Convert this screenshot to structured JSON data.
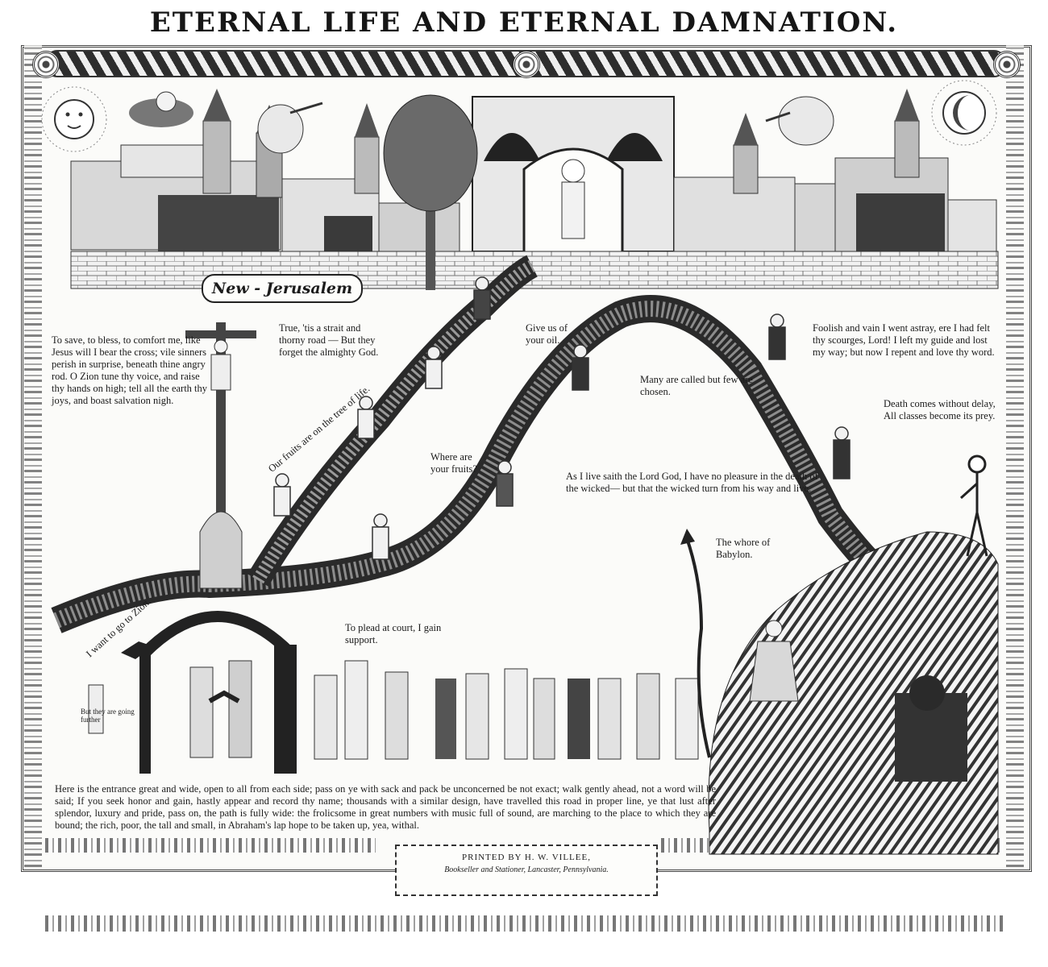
{
  "title": "ETERNAL LIFE AND ETERNAL DAMNATION.",
  "city_label": "New - Jerusalem",
  "verses": {
    "cross_verse": "To save, to bless, to comfort me, like Jesus will I bear the cross; vile sinners perish in surprise, beneath thine angry rod. O Zion tune thy voice, and raise thy hands on high; tell all the earth thy joys, and boast salvation nigh.",
    "strait_road": "True, 'tis a strait and thorny road — But they forget the almighty God.",
    "tree_of_life": "Our fruits are on the tree of life.",
    "give_oil": "Give us of your oil.",
    "where_fruits": "Where are your fruits?",
    "many_called": "Many are called but few are chosen.",
    "foolish_vain": "Foolish and vain I went astray, ere I had felt thy scourges, Lord! I left my guide and lost my way; but now I repent and love thy word.",
    "death_comes": "Death comes without delay, All classes become its prey.",
    "as_i_live": "As I live saith the Lord God, I have no pleasure in the death of the wicked— but that the wicked turn from his way and live.",
    "whore_babylon": "The whore of Babylon.",
    "want_zion": "I want to go to Zion.",
    "going_further": "But they are going further",
    "plead_court": "To plead at court, I gain support.",
    "entrance": "Here is the entrance great and wide, open to all from each side; pass on ye with sack and pack be unconcerned be not exact; walk gently ahead, not a word will be said; If you seek honor and gain, hastly appear and record thy name; thousands with a similar design, have travelled this road in proper line, ye that lust after splendor, luxury and pride, pass on, the path is fully wide: the frolicsome in great numbers with music full of sound, are marching to the place to which they are bound; the rich, poor, the tall and small, in Abraham's lap hope to be taken up, yea, withal."
  },
  "imprint": {
    "line1": "PRINTED BY H. W. VILLEE,",
    "line2": "Bookseller and Stationer, Lancaster, Pennsylvania."
  },
  "colors": {
    "ink": "#1c1c1c",
    "paper": "#fbfbf9",
    "mid": "#777777"
  }
}
